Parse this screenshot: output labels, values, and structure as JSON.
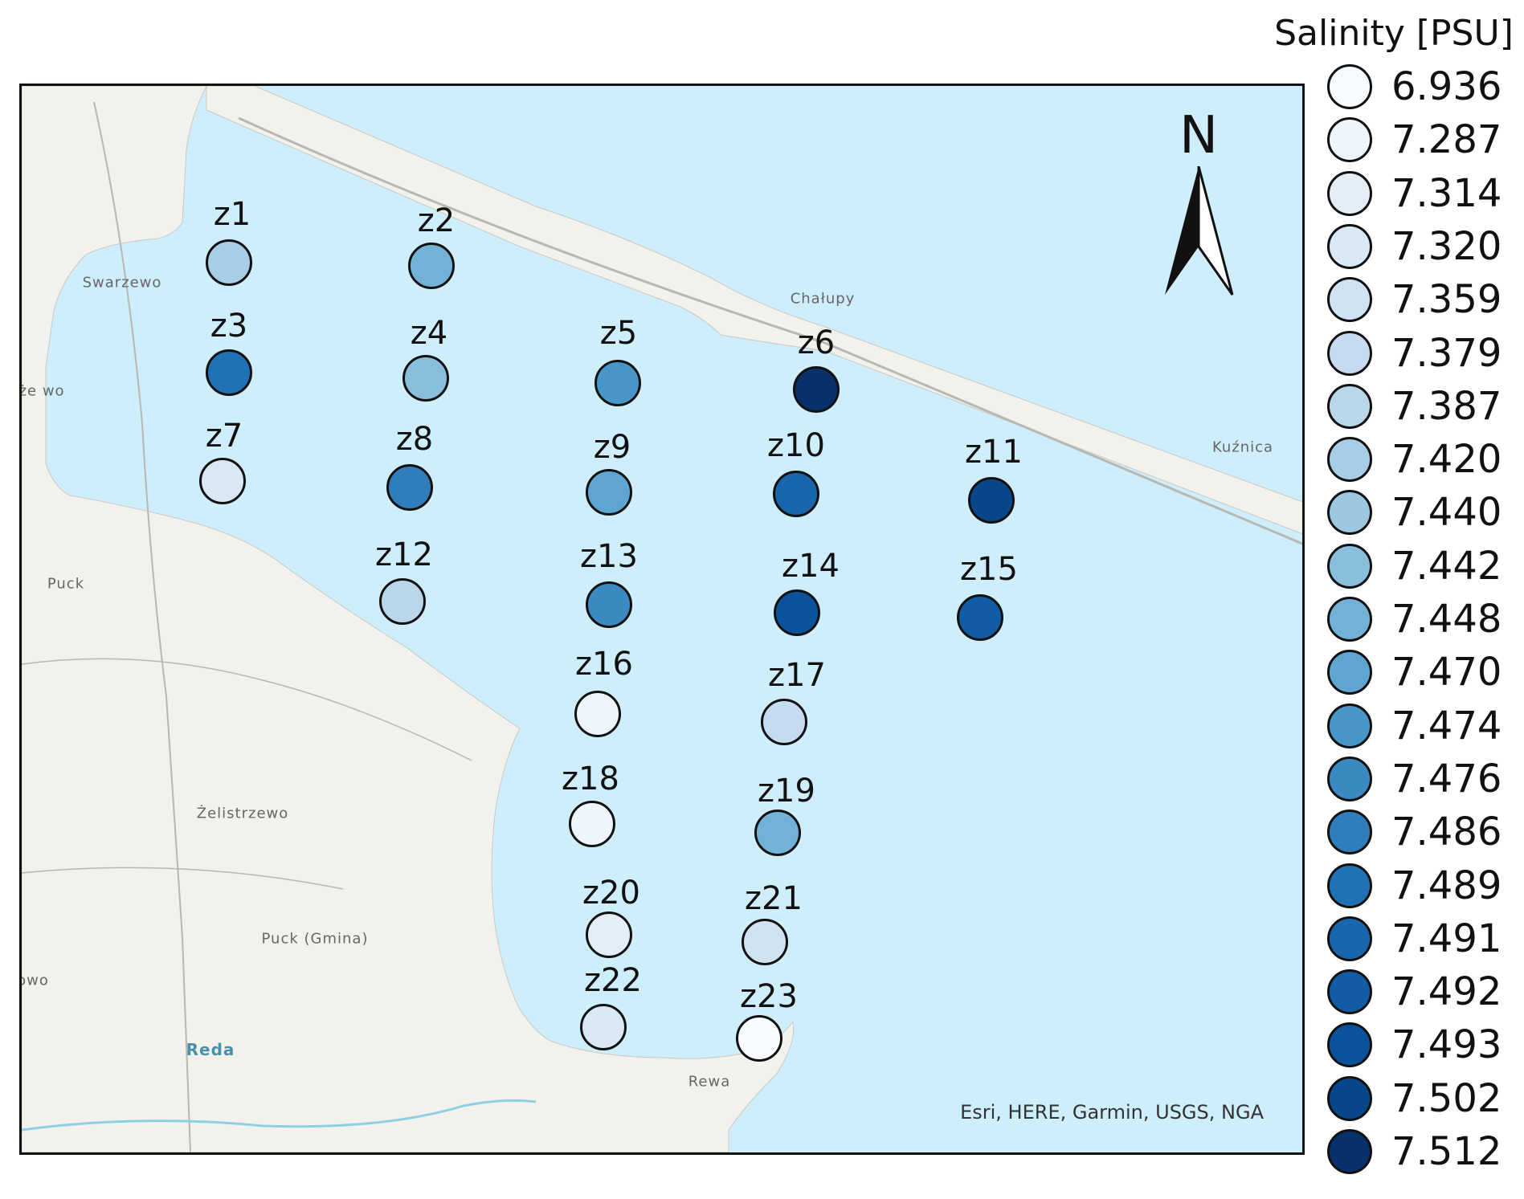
{
  "legend": {
    "title": "Salinity [PSU]",
    "items": [
      {
        "value": "6.936",
        "color": "#f7fbff"
      },
      {
        "value": "7.287",
        "color": "#eef5fc"
      },
      {
        "value": "7.314",
        "color": "#e3eef9"
      },
      {
        "value": "7.320",
        "color": "#dae8f6"
      },
      {
        "value": "7.359",
        "color": "#d1e2f3"
      },
      {
        "value": "7.379",
        "color": "#c6dbef"
      },
      {
        "value": "7.387",
        "color": "#b9d6ea"
      },
      {
        "value": "7.420",
        "color": "#a8cde6"
      },
      {
        "value": "7.440",
        "color": "#9cc8e2"
      },
      {
        "value": "7.442",
        "color": "#89bedc"
      },
      {
        "value": "7.448",
        "color": "#72b2d7"
      },
      {
        "value": "7.470",
        "color": "#5ea5d1"
      },
      {
        "value": "7.474",
        "color": "#4896c8"
      },
      {
        "value": "7.476",
        "color": "#3b8ac2"
      },
      {
        "value": "7.486",
        "color": "#2f7ebb"
      },
      {
        "value": "7.489",
        "color": "#2171b5"
      },
      {
        "value": "7.491",
        "color": "#1966ad"
      },
      {
        "value": "7.492",
        "color": "#115ca5"
      },
      {
        "value": "7.493",
        "color": "#0b529d"
      },
      {
        "value": "7.502",
        "color": "#08468a"
      },
      {
        "value": "7.512",
        "color": "#08306b"
      }
    ]
  },
  "stations": [
    {
      "name": "z1",
      "salinity": "7.420"
    },
    {
      "name": "z2",
      "salinity": "7.448"
    },
    {
      "name": "z3",
      "salinity": "7.489"
    },
    {
      "name": "z4",
      "salinity": "7.442"
    },
    {
      "name": "z5",
      "salinity": "7.474"
    },
    {
      "name": "z6",
      "salinity": "7.512"
    },
    {
      "name": "z7",
      "salinity": "7.320"
    },
    {
      "name": "z8",
      "salinity": "7.486"
    },
    {
      "name": "z9",
      "salinity": "7.470"
    },
    {
      "name": "z10",
      "salinity": "7.491"
    },
    {
      "name": "z11",
      "salinity": "7.502"
    },
    {
      "name": "z12",
      "salinity": "7.387"
    },
    {
      "name": "z13",
      "salinity": "7.476"
    },
    {
      "name": "z14",
      "salinity": "7.493"
    },
    {
      "name": "z15",
      "salinity": "7.492"
    },
    {
      "name": "z16",
      "salinity": "7.287"
    },
    {
      "name": "z17",
      "salinity": "7.379"
    },
    {
      "name": "z18",
      "salinity": "7.287"
    },
    {
      "name": "z19",
      "salinity": "7.448"
    },
    {
      "name": "z20",
      "salinity": "7.314"
    },
    {
      "name": "z21",
      "salinity": "7.359"
    },
    {
      "name": "z22",
      "salinity": "7.320"
    },
    {
      "name": "z23",
      "salinity": "6.936"
    }
  ],
  "places": {
    "swarzewo": "Swarzewo",
    "wladyslawowo_partial": "łże wo",
    "chalupy": "Chałupy",
    "kuznica": "Kuźnica",
    "puck": "Puck",
    "zelistrzewo": "Żelistrzewo",
    "puck_gmina": "Puck (Gmina)",
    "owo_partial": "owo",
    "reda": "Reda",
    "rewa": "Rewa"
  },
  "north_arrow": "N",
  "attribution": "Esri, HERE, Garmin, USGS, NGA",
  "colors": {
    "water": "#cfeefc",
    "land": "#f2f1ec",
    "stroke": "#111111"
  }
}
